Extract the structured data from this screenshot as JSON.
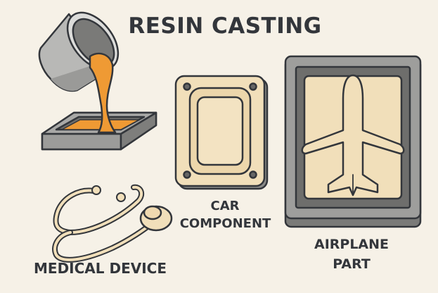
{
  "title": "RESIN CASTING",
  "labels": {
    "medical_device": "MEDICAL DEVICE",
    "car_component_line1": "CAR",
    "car_component_line2": "COMPONENT",
    "airplane_part_line1": "AIRPLANE",
    "airplane_part_line2": "PART"
  },
  "illustrations": [
    {
      "name": "pouring-cup",
      "icon": "pouring-cup-icon"
    },
    {
      "name": "mold-tray",
      "icon": "mold-tray-icon"
    },
    {
      "name": "stethoscope",
      "icon": "stethoscope-icon"
    },
    {
      "name": "car-component-plate",
      "icon": "gasket-plate-icon"
    },
    {
      "name": "airplane-mold",
      "icon": "airplane-icon"
    }
  ],
  "colors": {
    "background": "#f6f1e7",
    "resin": "#ef9a34",
    "cast_part": "#f1dfba",
    "metal": "#a4a4a2",
    "metal_dark": "#6f6f6d",
    "outline": "#33363b",
    "text": "#33363b"
  }
}
